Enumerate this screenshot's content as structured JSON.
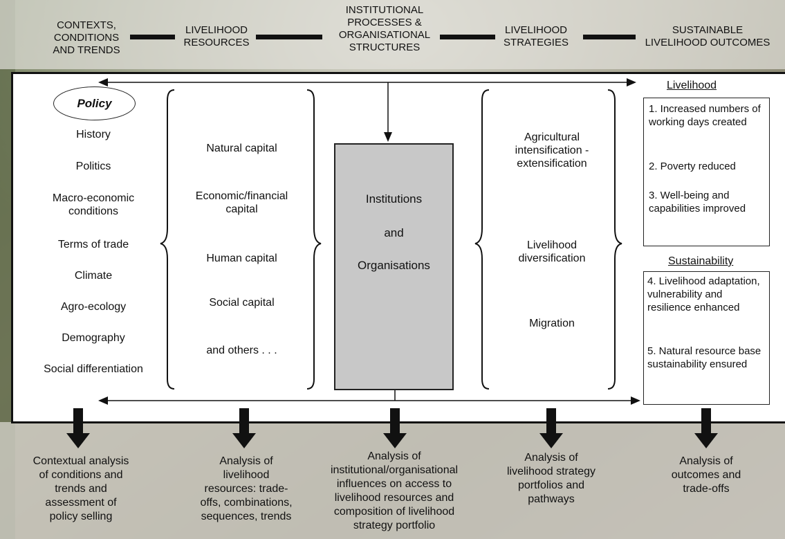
{
  "header": {
    "contexts": [
      "CONTEXTS,",
      "CONDITIONS",
      "AND TRENDS"
    ],
    "resources": [
      "LIVELIHOOD",
      "RESOURCES"
    ],
    "institutional": [
      "INSTITUTIONAL",
      "PROCESSES &",
      "ORGANISATIONAL",
      "STRUCTURES"
    ],
    "strategies": [
      "LIVELIHOOD",
      "STRATEGIES"
    ],
    "outcomes": [
      "SUSTAINABLE",
      "LIVELIHOOD OUTCOMES"
    ]
  },
  "contexts": {
    "policy": "Policy",
    "items": [
      "History",
      "Politics",
      "Macro-economic conditions",
      "Terms of trade",
      "Climate",
      "Agro-ecology",
      "Demography",
      "Social differentiation"
    ]
  },
  "resources": {
    "items": [
      "Natural capital",
      "Economic/financial capital",
      "Human capital",
      "Social capital",
      "and others . . ."
    ]
  },
  "institutions": {
    "lines": [
      "Institutions",
      "and",
      "Organisations"
    ]
  },
  "strategies": {
    "items": [
      "Agricultural intensification - extensification",
      "Livelihood diversification",
      "Migration"
    ]
  },
  "outcomes": {
    "livelihood_title": "Livelihood",
    "livelihood_items": [
      "1. Increased numbers of working days created",
      "2. Poverty reduced",
      "3. Well-being and capabilities improved"
    ],
    "sustainability_title": "Sustainability",
    "sustainability_items": [
      "4. Livelihood adaptation, vulnerability and resilience enhanced",
      "5. Natural resource base sustainability ensured"
    ]
  },
  "analysis": {
    "contextual": [
      "Contextual analysis",
      "of conditions and",
      "trends and",
      "assessment of",
      "policy selling"
    ],
    "resources": [
      "Analysis of",
      "livelihood",
      "resources: trade-",
      "offs, combinations,",
      "sequences, trends"
    ],
    "institutional": [
      "Analysis of",
      "institutional/organisational",
      "influences on access to",
      "livelihood resources and",
      "composition of livelihood",
      "strategy portfolio"
    ],
    "strategies": [
      "Analysis of",
      "livelihood strategy",
      "portfolios and",
      "pathways"
    ],
    "outcomes": [
      "Analysis of",
      "outcomes and",
      "trade-offs"
    ]
  },
  "colors": {
    "panel": "#ffffff",
    "box_fill": "#c8c8c8",
    "line": "#111111"
  }
}
